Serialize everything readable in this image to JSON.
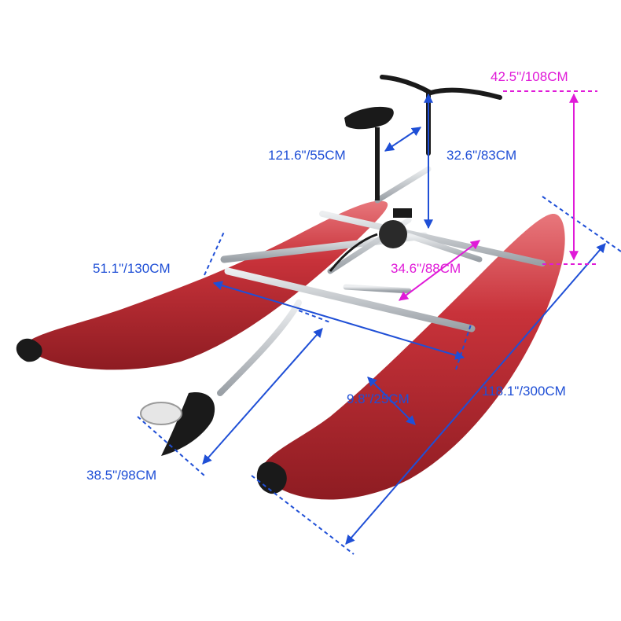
{
  "colors": {
    "background": "#ffffff",
    "pontoon_red": "#c8323a",
    "pontoon_shadow": "#8e1c22",
    "pontoon_highlight": "#e8777c",
    "frame_silver": "#c9ccd0",
    "dimension_blue": "#1f4fd6",
    "dimension_magenta": "#e01ad8",
    "nose_black": "#1a1a1a"
  },
  "dimensions": {
    "overall_height": "42.5\"/108CM",
    "seat_to_handlebar": "121.6\"/55CM",
    "handlebar_height": "32.6\"/83CM",
    "overall_width": "51.1\"/130CM",
    "inner_width": "34.6\"/88CM",
    "pontoon_diameter": "9.8\"/25CM",
    "pontoon_length": "118.1\"/300CM",
    "propeller_depth": "38.5\"/98CM"
  }
}
